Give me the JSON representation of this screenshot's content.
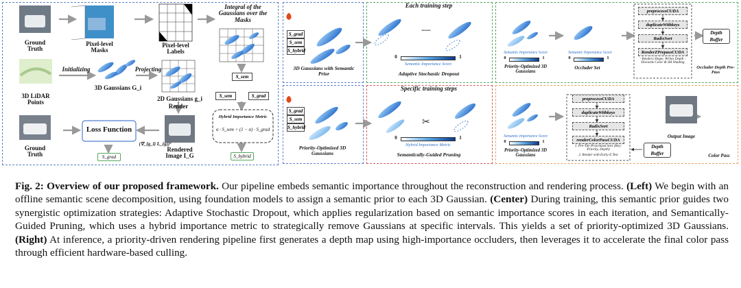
{
  "left": {
    "ground_truth_1": "Ground Truth",
    "pixel_masks": "Pixel-level Masks",
    "pixel_labels": "Pixel-level Labels",
    "integral": "Integral of the Gaussians over the Masks",
    "s_sem": "S_sem",
    "lidar": "3D LiDAR Points",
    "initializing": "Initializing",
    "gauss3d": "3D Gaussians G_i",
    "projecting": "Projecting",
    "gauss2d": "2D Gaussians g_i",
    "render": "Render",
    "s_sem2": "S_sem",
    "s_grad": "S_grad",
    "hybrid_title": "Hybrid Importance Metric",
    "hybrid_formula": "α · S_sem + (1 − α) · S_grad",
    "s_hybrid": "S_hybrid",
    "ground_truth_2": "Ground Truth",
    "loss_function": "Loss Function",
    "grad_expr": "(∇_{g_i} L_{g})²",
    "s_grad_bottom": "S_grad",
    "rendered": "Rendered Image I_G"
  },
  "center": {
    "each_step": "Each training step",
    "attr_grad": "S_grad",
    "attr_sem": "S_sem",
    "attr_hybrid": "S_hybrid",
    "prior_label": "3D Gaussians with Semantic Prior",
    "dots": "......",
    "sis_bar_1": "Semantic Importance Score",
    "bar_zero_1": "0",
    "bar_one_1": "1",
    "asd": "Adaptive Stochastic Dropout",
    "specific_steps": "Specific training steps",
    "attr_grad_2": "S_grad",
    "attr_sem_2": "S_sem",
    "attr_hybrid_2": "S_hybrid",
    "priority_label": "Priority-Optimized 3D Gaussians",
    "him_bar": "Hybrid Importance Metric",
    "bar_zero_2": "0",
    "bar_one_2": "1",
    "sgp": "Semantically-Guided Pruning"
  },
  "right": {
    "sis_a": "Semantic Importance Score",
    "zero_a": "0",
    "one_a": "1",
    "po_a": "Priority-Optimized 3D Gaussians",
    "sis_b": "Semantic Importance Score",
    "zero_b": "0",
    "one_b": "1",
    "occluder_set": "Occluder Set",
    "cuda_top": [
      "preprocessCUDA",
      "duplicateWithkeys",
      "RadixSort",
      "RenderZPrepassCUDA"
    ],
    "zprepass_notes": "- Renders Shape, Writes Depth - Discards Color & SH Shading",
    "depth_buffer_top": "Depth Buffer",
    "occluder_prepass": "Occluder Depth Pre-Pass",
    "sis_c": "Semantic Importance Score",
    "zero_c": "0",
    "one_c": "1",
    "po_c": "Priority-Optimized 3D Gaussians",
    "cuda_bottom": [
      "preprocessCUDA",
      "duplicateWithkeys",
      "RadixSort",
      "renderColorPassCUDA"
    ],
    "color_notes_1": "1. Pre-Tile Prioritized Sort (Key: Priority, Depth)",
    "color_notes_2": "2. Render with Early-Z Test",
    "depth_buffer_bottom": "Depth Buffer",
    "output_image": "Output Image",
    "color_pass": "Color Pass"
  },
  "caption": {
    "fig": "Fig. 2:",
    "title": "Overview of our proposed framework.",
    "s1": " Our pipeline embeds semantic importance throughout the reconstruction and rendering process. ",
    "left_tag": "(Left)",
    "s2": " We begin with an offline semantic scene decomposition, using foundation models to assign a semantic prior to each 3D Gaussian. ",
    "center_tag": "(Center)",
    "s3": " During training, this semantic prior guides two synergistic optimization strategies: Adaptive Stochastic Dropout, which applies regularization based on semantic importance scores in each iteration, and Semantically-Guided Pruning, which uses a hybrid importance metric to strategically remove Gaussians at specific intervals. This yields a set of priority-optimized 3D Gaussians. ",
    "right_tag": "(Right)",
    "s4": " At inference, a priority-driven rendering pipeline first generates a depth map using high-importance occluders, then leverages it to accelerate the final color pass through efficient hardware-based culling."
  }
}
